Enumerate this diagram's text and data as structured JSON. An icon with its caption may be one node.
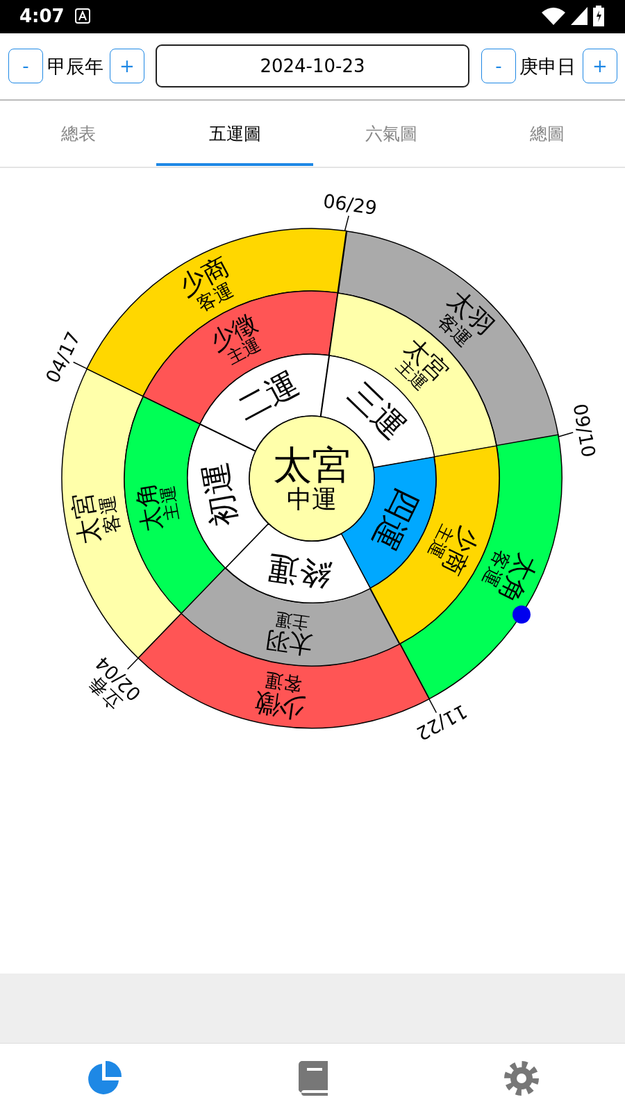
{
  "diagram": {
    "nodes": [
      {
        "text": [
          "太宮",
          "中運"
        ]
      },
      {
        "text": [
          "初運"
        ]
      },
      {
        "text": [
          "二運"
        ]
      },
      {
        "text": [
          "三運"
        ]
      },
      {
        "text": [
          "四運"
        ]
      },
      {
        "text": [
          "終運"
        ]
      },
      {
        "text": [
          "太角",
          "主運"
        ]
      },
      {
        "text": [
          "少徵",
          "主運"
        ]
      },
      {
        "text": [
          "太宮",
          "主運"
        ]
      },
      {
        "text": [
          "少商",
          "主運"
        ]
      },
      {
        "text": [
          "太羽",
          "主運"
        ]
      },
      {
        "text": [
          "太宮",
          "客運"
        ]
      },
      {
        "text": [
          "少商",
          "客運"
        ]
      },
      {
        "text": [
          "太羽",
          "客運"
        ]
      },
      {
        "text": [
          "太角",
          "客運"
        ]
      },
      {
        "text": [
          "少徵",
          "客運"
        ]
      },
      {
        "text": [
          "06/29"
        ]
      },
      {
        "text": [
          "04/17"
        ]
      },
      {
        "text": [
          "09/10"
        ]
      },
      {
        "text": [
          "立春",
          "02/04"
        ]
      },
      {
        "text": [
          "11/22"
        ]
      }
    ],
    "edges": [
      {
        "from": 16,
        "to": 12,
        "arrow": "none"
      },
      {
        "from": 17,
        "to": null,
        "arrow": "none"
      },
      {
        "from": 18,
        "to": 14,
        "arrow": "none"
      },
      {
        "from": 19,
        "to": null,
        "arrow": "none"
      },
      {
        "from": 20,
        "to": null,
        "arrow": "none"
      }
    ],
    "labels": [
      "4:07",
      "-",
      "甲辰年",
      "+",
      "2024-10-23",
      "-",
      "庚申日",
      "+",
      "總表",
      "五運圖",
      "六氣圖",
      "總圖"
    ]
  }
}
